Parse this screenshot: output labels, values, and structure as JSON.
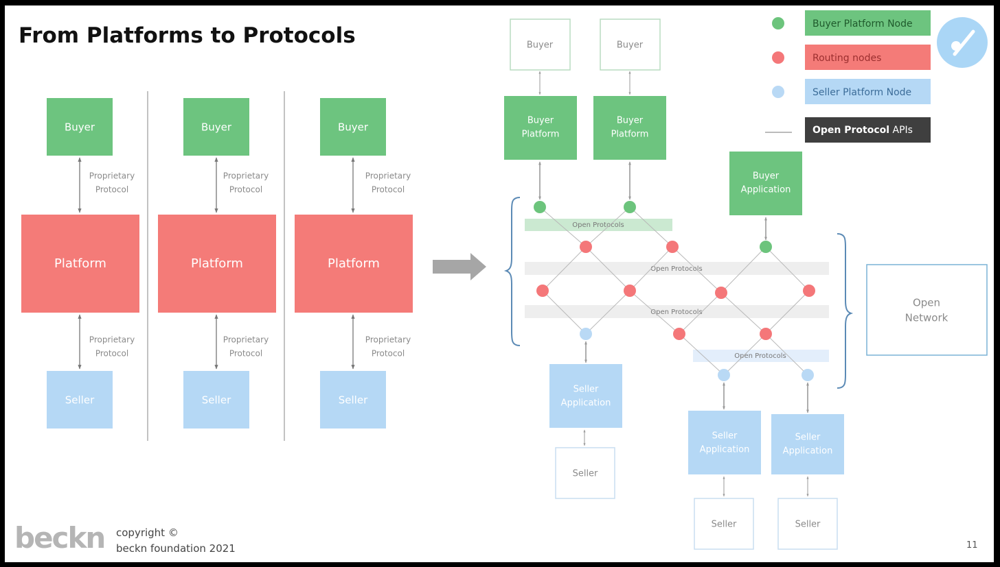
{
  "title": "From Platforms to Protocols",
  "left_section": {
    "columns": [
      {
        "buyer": "Buyer",
        "platform": "Platform",
        "seller": "Seller",
        "top_protocol": [
          "Proprietary",
          "Protocol"
        ],
        "bottom_protocol": [
          "Proprietary",
          "Protocol"
        ]
      },
      {
        "buyer": "Buyer",
        "platform": "Platform",
        "seller": "Seller",
        "top_protocol": [
          "Proprietary",
          "Protocol"
        ],
        "bottom_protocol": [
          "Proprietary",
          "Protocol"
        ]
      },
      {
        "buyer": "Buyer",
        "platform": "Platform",
        "seller": "Seller",
        "top_protocol": [
          "Proprietary",
          "Protocol"
        ],
        "bottom_protocol": [
          "Proprietary",
          "Protocol"
        ]
      }
    ]
  },
  "right_section": {
    "buyers": [
      "Buyer",
      "Buyer"
    ],
    "buyer_platforms": [
      [
        "Buyer",
        "Platform"
      ],
      [
        "Buyer",
        "Platform"
      ]
    ],
    "buyer_application": [
      "Buyer",
      "Application"
    ],
    "bands": [
      "Open Protocols",
      "Open Protocols",
      "Open Protocols",
      "Open Protocols"
    ],
    "seller_applications": [
      [
        "Seller",
        "Application"
      ],
      [
        "Seller",
        "Application"
      ],
      [
        "Seller",
        "Application"
      ]
    ],
    "sellers": [
      "Seller",
      "Seller",
      "Seller"
    ],
    "open_network": [
      "Open",
      "Network"
    ]
  },
  "legend": {
    "buyer_node": "Buyer Platform Node",
    "routing_nodes": "Routing nodes",
    "seller_node": "Seller Platform Node",
    "open_protocol_bold": "Open Protocol",
    "open_protocol_rest": " APIs"
  },
  "colors": {
    "buyer_green": "#6dc47f",
    "platform_red": "#f47b78",
    "seller_blue": "#b5d8f5",
    "node_green": "#6cc47c",
    "node_red": "#f47779",
    "node_blue": "#b9d9f5",
    "legend_dark": "#3f3f3f",
    "badge_blue": "#aad6f6"
  },
  "footer": {
    "logo": "beckn",
    "copyright_line1": "copyright ©",
    "copyright_line2": "beckn foundation 2021",
    "page_number": "11"
  }
}
